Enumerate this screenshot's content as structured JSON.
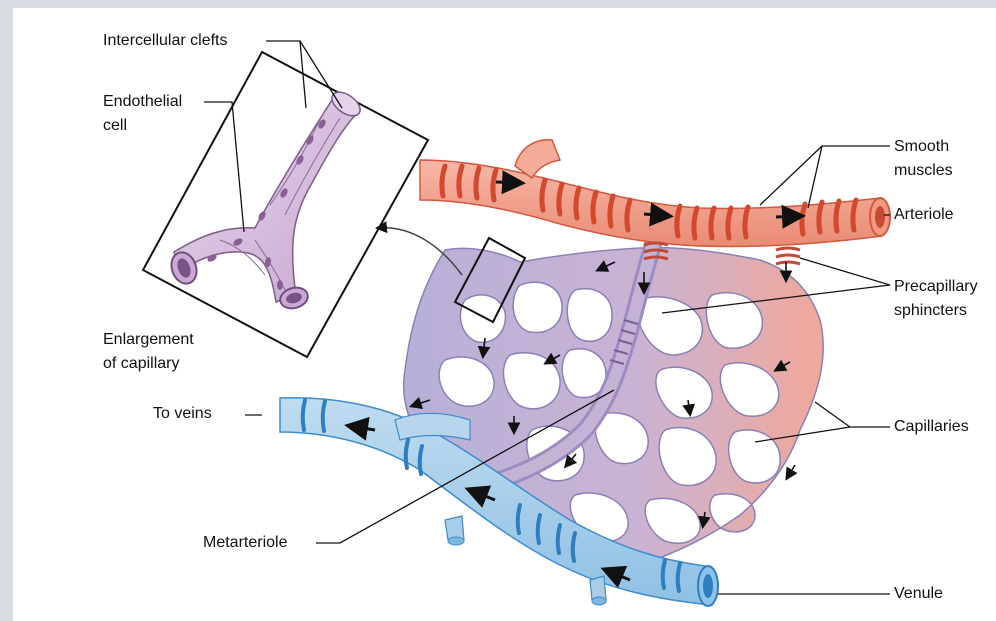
{
  "colors": {
    "frame": "#d7dde3",
    "background": "#ffffff",
    "artery": "#f2a08c",
    "artery_dark": "#d9533e",
    "capillary": "#b9b3d6",
    "capillary_dark": "#7f76b2",
    "vein": "#a9cde8",
    "vein_dark": "#3d8fcf",
    "enlarged_capillary": "#d9c4df",
    "enlarged_capillary_dark": "#8c6a97"
  },
  "labels": {
    "intercellular_clefts": "Intercellular clefts",
    "endothelial_cell_1": "Endothelial",
    "endothelial_cell_2": "cell",
    "enlargement_1": "Enlargement",
    "enlargement_2": "of capillary",
    "to_veins": "To veins",
    "metarteriole": "Metarteriole",
    "smooth_muscles_1": "Smooth",
    "smooth_muscles_2": "muscles",
    "arteriole": "Arteriole",
    "precapillary_1": "Precapillary",
    "precapillary_2": "sphincters",
    "capillaries": "Capillaries",
    "venule": "Venule"
  },
  "icons": [
    "flow-arrow-icon",
    "curved-pointer-arrow-icon"
  ]
}
